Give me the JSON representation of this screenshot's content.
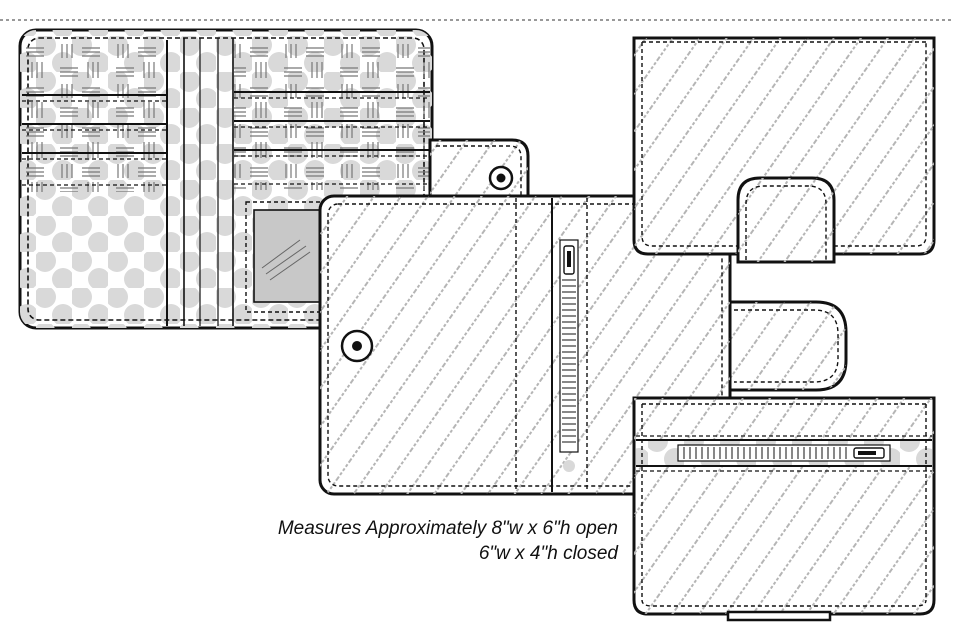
{
  "caption": {
    "line1": "Measures Approximately 8\"w x 6\"h open",
    "line2": "6\"w x 4\"h closed"
  },
  "colors": {
    "stroke": "#111111",
    "hatch": "#b5b5b5",
    "dot": "#d9d9d9",
    "window": "#c8c8c8",
    "background": "#ffffff"
  },
  "views": [
    "wallet-open-interior",
    "wallet-open-exterior",
    "wallet-closed-front",
    "wallet-closed-back"
  ]
}
